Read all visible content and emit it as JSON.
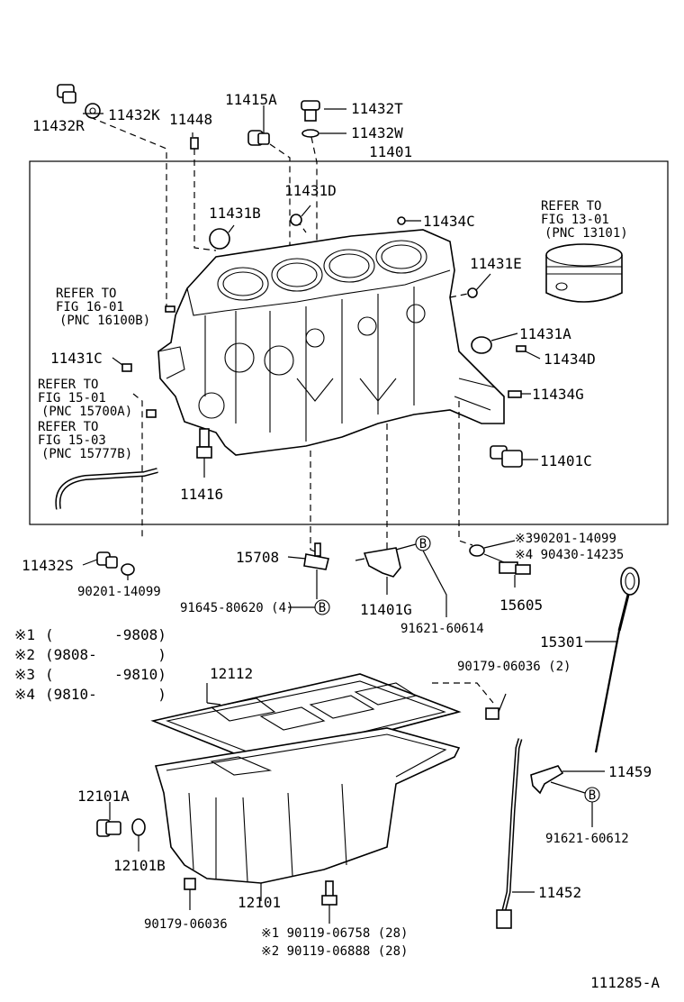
{
  "labels": {
    "p11432R": "11432R",
    "p11432K": "11432K",
    "p11448": "11448",
    "p11415A": "11415A",
    "p11432T": "11432T",
    "p11432W": "11432W",
    "p11401": "11401",
    "p11431D": "11431D",
    "p11431B": "11431B",
    "p11434C": "11434C",
    "p11431E": "11431E",
    "p11431A": "11431A",
    "p11434D": "11434D",
    "p11434G": "11434G",
    "p11431C": "11431C",
    "p11401C": "11401C",
    "p11416": "11416",
    "p11432S": "11432S",
    "p90201_14099": "90201-14099",
    "p15708": "15708",
    "p91645": "91645-80620 (4)",
    "p11401G": "11401G",
    "p91621_60614": "91621-60614",
    "p90201_note": "※390201-14099",
    "p90430_note": "※4 90430-14235",
    "p15605": "15605",
    "p15301": "15301",
    "p12112": "12112",
    "p90179_2": "90179-06036 (2)",
    "p11459": "11459",
    "p91621_60612": "91621-60612",
    "p12101A": "12101A",
    "p12101B": "12101B",
    "p12101": "12101",
    "p90179": "90179-06036",
    "p11452": "11452",
    "p90119_1": "※1 90119-06758 (28)",
    "p90119_2": "※2 90119-06888 (28)",
    "catalog_id": "111285-A"
  },
  "refs": {
    "ref1": [
      "REFER TO",
      "FIG 13-01",
      "(PNC 13101)"
    ],
    "ref2": [
      "REFER TO",
      "FIG 16-01",
      "(PNC 16100B)"
    ],
    "ref3": [
      "REFER TO",
      "FIG 15-01",
      "(PNC 15700A)"
    ],
    "ref4": [
      "REFER TO",
      "FIG 15-03",
      "(PNC 15777B)"
    ]
  },
  "legend": [
    {
      "mark": "※1",
      "range": "(       -9808)"
    },
    {
      "mark": "※2",
      "range": "(9808-       )"
    },
    {
      "mark": "※3",
      "range": "(       -9810)"
    },
    {
      "mark": "※4",
      "range": "(9810-       )"
    }
  ],
  "callout_letter": "B"
}
